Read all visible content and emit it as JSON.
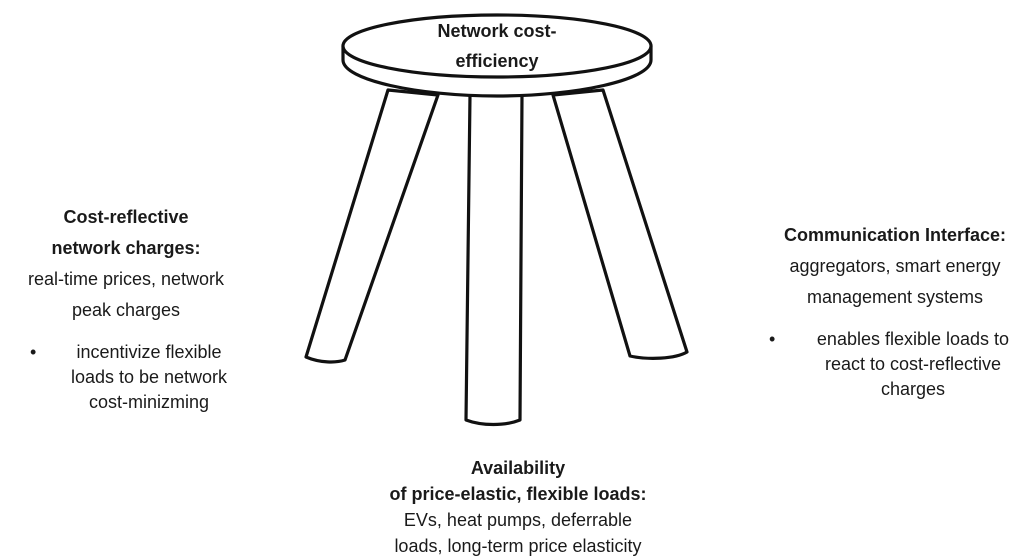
{
  "seat": {
    "title_line1": "Network cost-",
    "title_line2": "efficiency"
  },
  "left": {
    "heading_line1": "Cost-reflective",
    "heading_line2": "network charges:",
    "text_line1": "real-time prices, network",
    "text_line2": "peak charges",
    "bullet_symbol": "•",
    "bullet_line1": "incentivize flexible",
    "bullet_line2": "loads to be network",
    "bullet_line3": "cost-minizming"
  },
  "right": {
    "heading": "Communication Interface:",
    "text_line1": "aggregators, smart energy",
    "text_line2": "management systems",
    "bullet_symbol": "•",
    "bullet_line1": "enables flexible loads to",
    "bullet_line2": "react to cost-reflective",
    "bullet_line3": "charges"
  },
  "bottom": {
    "heading_line1": "Availability",
    "heading_line2": "of price-elastic, flexible loads:",
    "text_line1": "EVs, heat pumps, deferrable",
    "text_line2": "loads, long-term price elasticity"
  }
}
